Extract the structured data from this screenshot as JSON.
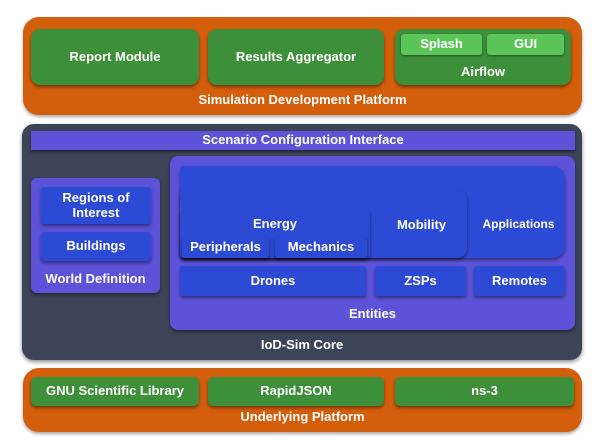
{
  "top": {
    "platform_label": "Simulation Development Platform",
    "report_module": "Report Module",
    "results_aggregator": "Results Aggregator",
    "airflow": {
      "label": "Airflow",
      "splash": "Splash",
      "gui": "GUI"
    }
  },
  "core": {
    "label": "IoD-Sim Core",
    "scenario": "Scenario Configuration Interface",
    "world": {
      "label": "World Definition",
      "regions": "Regions of Interest",
      "buildings": "Buildings"
    },
    "entities": {
      "label": "Entities",
      "energy": "Energy",
      "peripherals": "Peripherals",
      "mechanics": "Mechanics",
      "mobility": "Mobility",
      "applications": "Applications",
      "drones": "Drones",
      "zsps": "ZSPs",
      "remotes": "Remotes"
    }
  },
  "bottom": {
    "platform_label": "Underlying Platform",
    "gsl": "GNU Scientific Library",
    "rapidjson": "RapidJSON",
    "ns3": "ns-3"
  },
  "colors": {
    "orange": "#d35e0c",
    "green": "#3e8f39",
    "light_green": "#5cc55a",
    "slate": "#3c4557",
    "purple": "#5c53d9",
    "blue": "#2c4ad3"
  }
}
